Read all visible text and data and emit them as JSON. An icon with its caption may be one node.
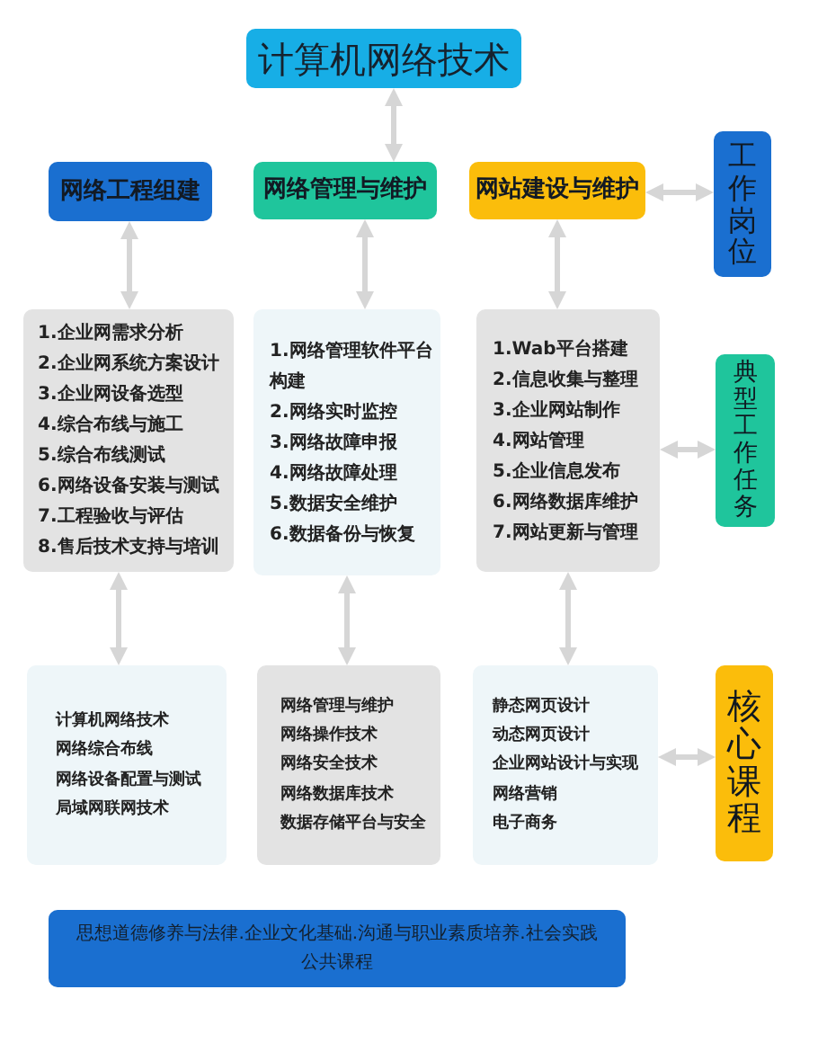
{
  "diagram": {
    "nodes": [
      {
        "text": [
          "计算机网络技术"
        ]
      },
      {
        "text": [
          "网络工程组建"
        ]
      },
      {
        "text": [
          "网络管理与维护"
        ]
      },
      {
        "text": [
          "网站建设与维护"
        ]
      },
      {
        "text": [
          "工作岗位"
        ]
      },
      {
        "text": [
          "1.企业网需求分析",
          "2.企业网系统方案设计",
          "3.企业网设备选型",
          "4.综合布线与施工",
          "5.综合布线测试",
          "6.网络设备安装与测试",
          "7.工程验收与评估",
          "8.售后技术支持与培训"
        ]
      },
      {
        "text": [
          "1.网络管理软件平台构建",
          "2.网络实时监控",
          "3.网络故障申报",
          "4.网络故障处理",
          "5.数据安全维护",
          "6.数据备份与恢复"
        ]
      },
      {
        "text": [
          "1.Wab平台搭建",
          "2.信息收集与整理",
          "3.企业网站制作",
          "4.网站管理",
          "5.企业信息发布",
          "6.网络数据库维护",
          "7.网站更新与管理"
        ]
      },
      {
        "text": [
          "典型工作任务"
        ]
      },
      {
        "text": [
          "计算机网络技术",
          "网络综合布线",
          "网络设备配置与测试",
          "局域网联网技术"
        ]
      },
      {
        "text": [
          "网络管理与维护",
          "网络操作技术",
          "网络安全技术",
          "网络数据库技术",
          "数据存储平台与安全"
        ]
      },
      {
        "text": [
          "静态网页设计",
          "动态网页设计",
          "企业网站设计与实现",
          "网络营销",
          "电子商务"
        ]
      },
      {
        "text": [
          "核心课程"
        ]
      },
      {
        "text": [
          "思想道德修养与法律.企业文化基础.沟通与职业素质培养.社会实践",
          "公共课程"
        ]
      }
    ],
    "edges": [
      {
        "from": 0,
        "to": 2,
        "arrow": "both"
      },
      {
        "from": 1,
        "to": 5,
        "arrow": "both"
      },
      {
        "from": 2,
        "to": 6,
        "arrow": "both"
      },
      {
        "from": 3,
        "to": 7,
        "arrow": "both"
      },
      {
        "from": 5,
        "to": 9,
        "arrow": "both"
      },
      {
        "from": 6,
        "to": 10,
        "arrow": "both"
      },
      {
        "from": 7,
        "to": 11,
        "arrow": "both"
      },
      {
        "from": 3,
        "to": 4,
        "arrow": "both"
      },
      {
        "from": 7,
        "to": 8,
        "arrow": "both"
      },
      {
        "from": 11,
        "to": 12,
        "arrow": "both"
      }
    ]
  }
}
